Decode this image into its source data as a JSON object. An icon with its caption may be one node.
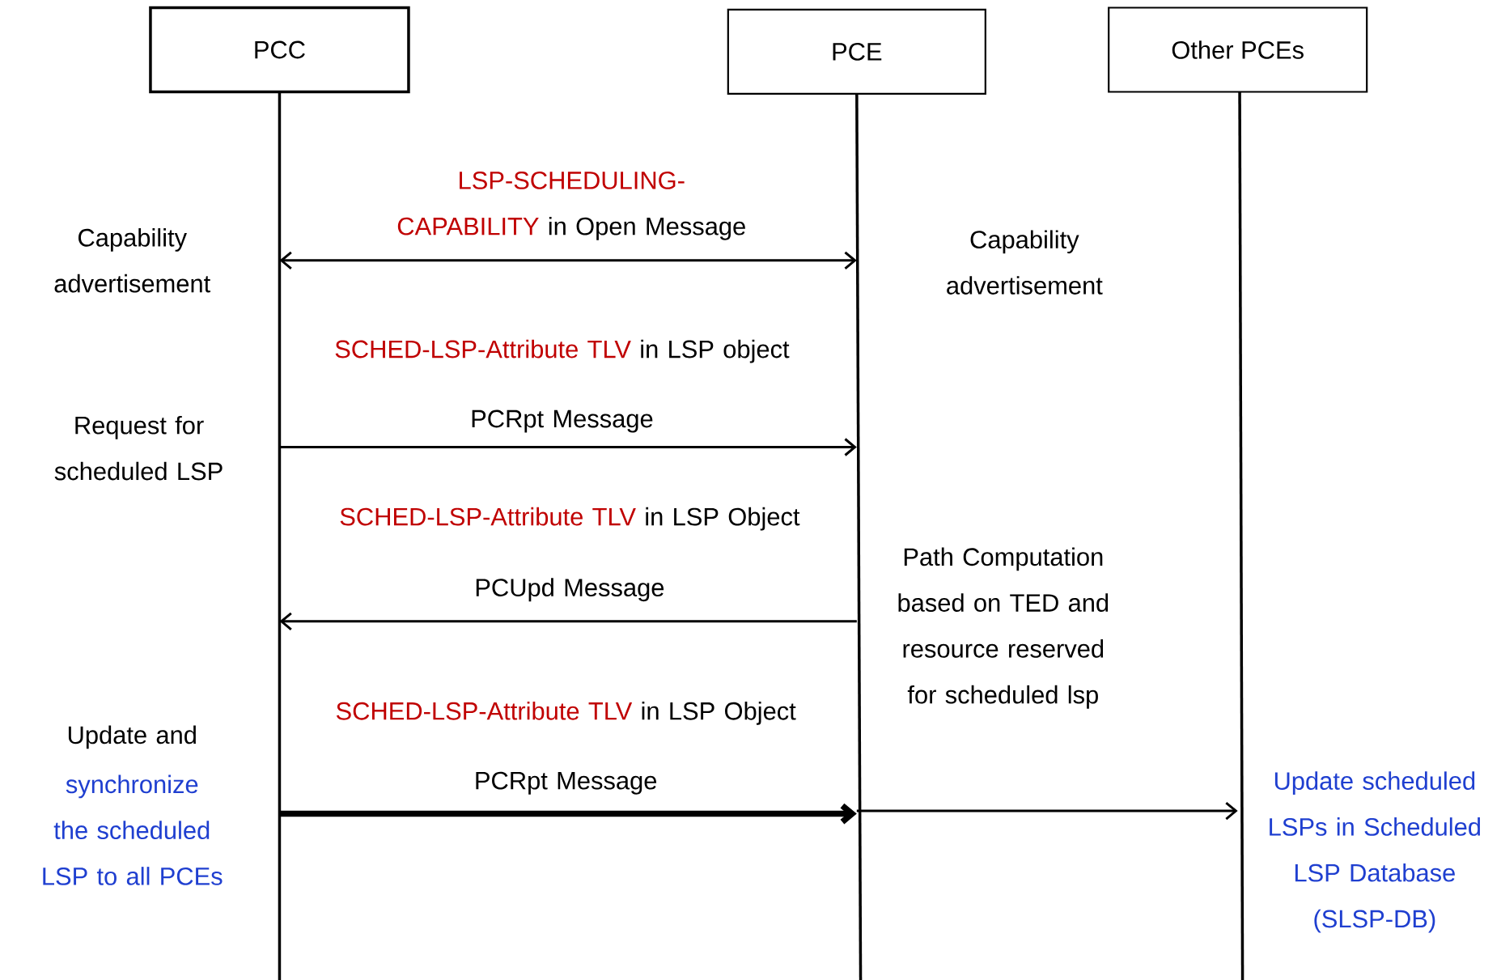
{
  "diagram": {
    "nodes": [
      {
        "text": [
          "PCC"
        ]
      },
      {
        "text": [
          "PCE"
        ]
      },
      {
        "text": [
          "Other PCEs"
        ]
      }
    ],
    "edges": [
      {
        "from": 0,
        "to": 1,
        "arrow": "both"
      },
      {
        "from": 0,
        "to": 1,
        "arrow": "to"
      },
      {
        "from": 1,
        "to": 0,
        "arrow": "to"
      },
      {
        "from": 0,
        "to": 1,
        "arrow": "to",
        "style": "thick"
      },
      {
        "from": 1,
        "to": 2,
        "arrow": "to"
      }
    ],
    "labels": [
      "LSP-SCHEDULING-CAPABILITY",
      "in Open Message",
      "Capability advertisement",
      "Capability advertisement",
      "SCHED-LSP-Attribute TLV",
      "in LSP object",
      "PCRpt Message",
      "Request for scheduled LSP",
      "SCHED-LSP-Attribute TLV",
      "in LSP Object",
      "PCUpd Message",
      "Path Computation based on TED and resource reserved for scheduled lsp",
      "SCHED-LSP-Attribute TLV",
      "in LSP Object",
      "PCRpt Message",
      "Update and",
      "synchronize the scheduled LSP to all PCEs",
      "Update scheduled LSPs in Scheduled LSP Database (SLSP-DB)"
    ]
  }
}
